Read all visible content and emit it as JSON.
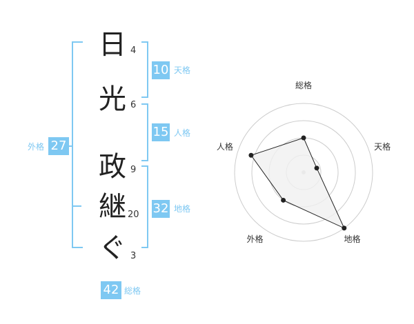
{
  "name": {
    "characters": [
      {
        "char": "日",
        "strokes": "4"
      },
      {
        "char": "光",
        "strokes": "6"
      },
      {
        "char": "政",
        "strokes": "9"
      },
      {
        "char": "継",
        "strokes": "20"
      },
      {
        "char": "ぐ",
        "strokes": "3"
      }
    ]
  },
  "fortunes": {
    "tenkaku": {
      "value": "10",
      "label": "天格"
    },
    "jinkaku": {
      "value": "15",
      "label": "人格"
    },
    "chikaku": {
      "value": "32",
      "label": "地格"
    },
    "gaikaku": {
      "value": "27",
      "label": "外格"
    },
    "soukaku": {
      "value": "42",
      "label": "総格"
    }
  },
  "chart_data": {
    "type": "radar",
    "categories": [
      "総格",
      "天格",
      "地格",
      "外格",
      "人格"
    ],
    "values": [
      0.5,
      0.2,
      1.0,
      0.5,
      0.8
    ],
    "range": [
      0,
      1
    ],
    "rings": 4,
    "colors": {
      "fill": "#f0f0f0",
      "line": "#222222",
      "grid": "#cccccc",
      "accent": "#7ec8f2"
    }
  }
}
